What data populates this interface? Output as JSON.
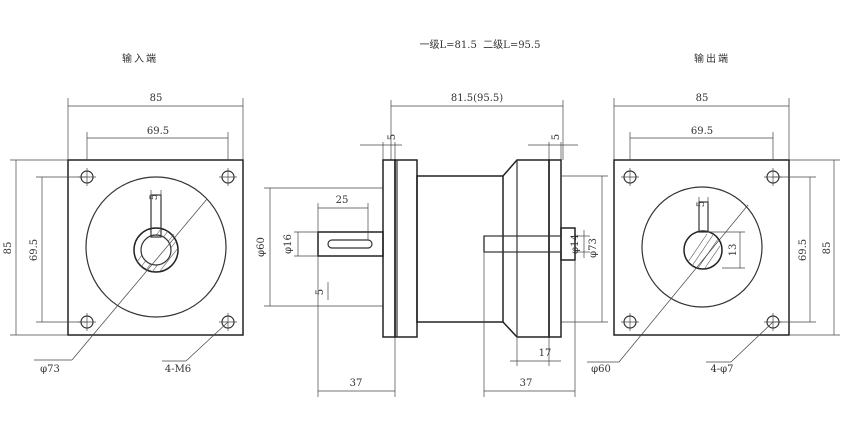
{
  "captions": {
    "input_end": "输入端",
    "lengths": "一级L=81.5  二级L=95.5",
    "output_end": "输出端"
  },
  "input_view": {
    "width": "85",
    "bolt_spacing_h": "69.5",
    "height": "85",
    "bolt_spacing_v": "69.5",
    "bore_dia": "φ73",
    "key_width": "5",
    "threaded_holes": "4-M6"
  },
  "side_view": {
    "overall_length": "81.5(95.5)",
    "flange_thickness_left": "5",
    "flange_thickness_right": "5",
    "input_shaft_length": "25",
    "input_shaft_dia": "φ16",
    "pilot_dia": "φ60",
    "key_width": "5",
    "input_length": "37",
    "output_length": "37",
    "output_shaft_dia": "φ14",
    "output_pilot_dia": "φ73",
    "output_key_length": "17"
  },
  "output_view": {
    "width": "85",
    "bolt_spacing_h": "69.5",
    "height": "85",
    "bolt_spacing_v": "69.5",
    "pilot_dia": "φ60",
    "key_width": "5",
    "key_height": "13",
    "through_holes": "4-φ7"
  }
}
